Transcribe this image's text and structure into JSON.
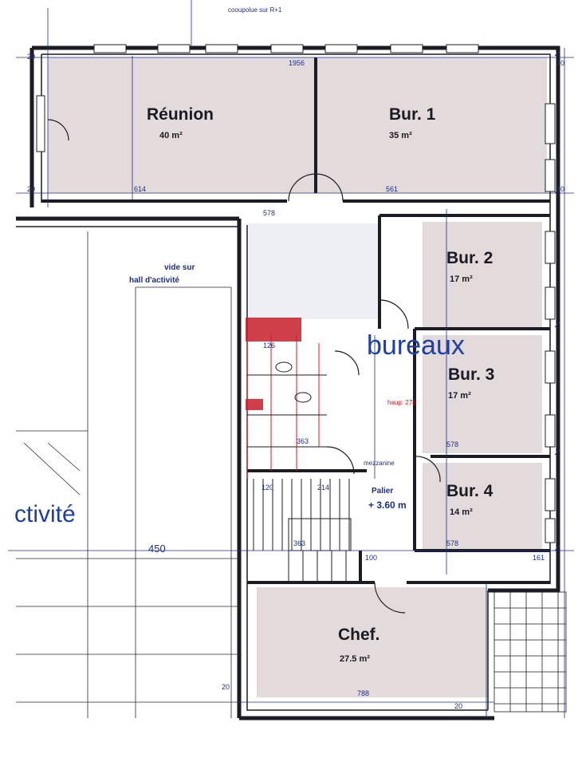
{
  "header": {
    "note": "cooupolue sur R+1"
  },
  "rooms": {
    "reunion": {
      "name": "Réunion",
      "area": "40 m²"
    },
    "bur1": {
      "name": "Bur. 1",
      "area": "35 m²"
    },
    "bur2": {
      "name": "Bur. 2",
      "area": "17 m²"
    },
    "bur3": {
      "name": "Bur. 3",
      "area": "17 m²"
    },
    "bur4": {
      "name": "Bur. 4",
      "area": "14 m²"
    },
    "chef": {
      "name": "Chef.",
      "area": "27.5 m²"
    }
  },
  "zones": {
    "bureaux": "bureaux",
    "activite": "ctivité",
    "vide": "vide sur",
    "vide2": "hall d'activité"
  },
  "dimensions": {
    "d450": "450",
    "d1956": "1956",
    "d614": "614",
    "d561": "561",
    "d578a": "578",
    "d578b": "578",
    "d578c": "578",
    "d788": "788",
    "d363a": "363",
    "d363b": "363",
    "d126": "126",
    "d120": "120",
    "d214": "214",
    "d161": "161",
    "d100": "100",
    "d20a": "20",
    "d20b": "20",
    "d20c": "20",
    "d20d": "20",
    "d20e": "20",
    "d20f": "20",
    "hauteur": "haup: 278",
    "palier": "Palier",
    "palier_h": "+ 3.60 m",
    "escalier": "mezzanine"
  },
  "colors": {
    "wall": "#1c1c24",
    "room_fill": "#e3dadc",
    "dim": "#1b2f8a",
    "zone": "#1e3ea8",
    "accent_red": "#c81e2a"
  }
}
